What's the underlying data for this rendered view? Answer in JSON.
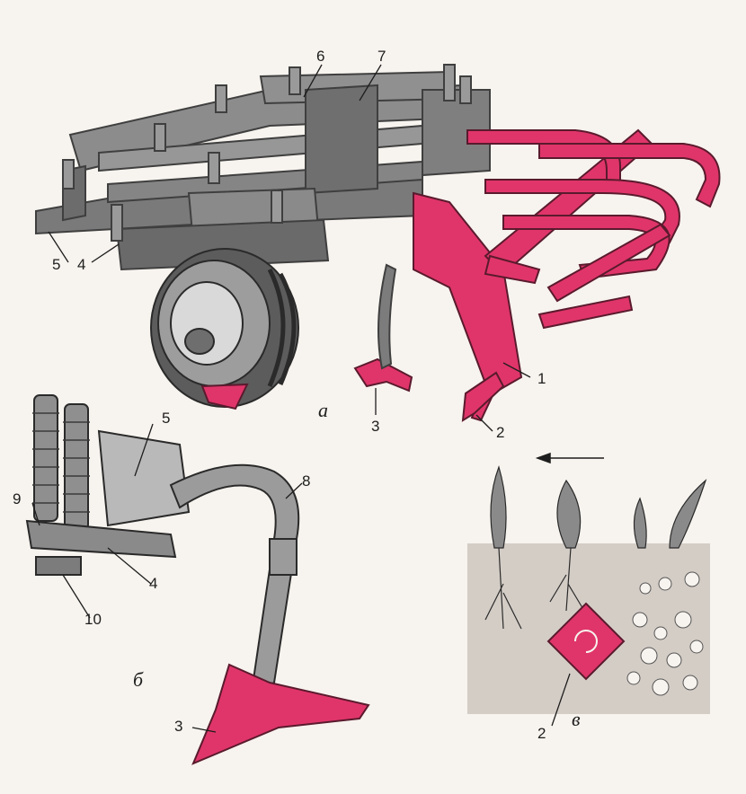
{
  "colors": {
    "paper": "#f7f3ee",
    "frame": "#6f6f6f",
    "frame_dark": "#3f3f3f",
    "working_parts": "#e0356a",
    "ink": "#1e1e1e",
    "soil": "#d4cdc6"
  },
  "panels": {
    "a": {
      "letter": "а",
      "labels": [
        "1",
        "2",
        "3",
        "4",
        "5",
        "6",
        "7"
      ]
    },
    "b": {
      "letter": "б",
      "labels": [
        "3",
        "4",
        "5",
        "8",
        "9",
        "10"
      ]
    },
    "c": {
      "letter": "в",
      "labels": [
        "2"
      ]
    }
  },
  "icons": [
    "direction-arrow-icon",
    "rotation-arrow-icon"
  ]
}
